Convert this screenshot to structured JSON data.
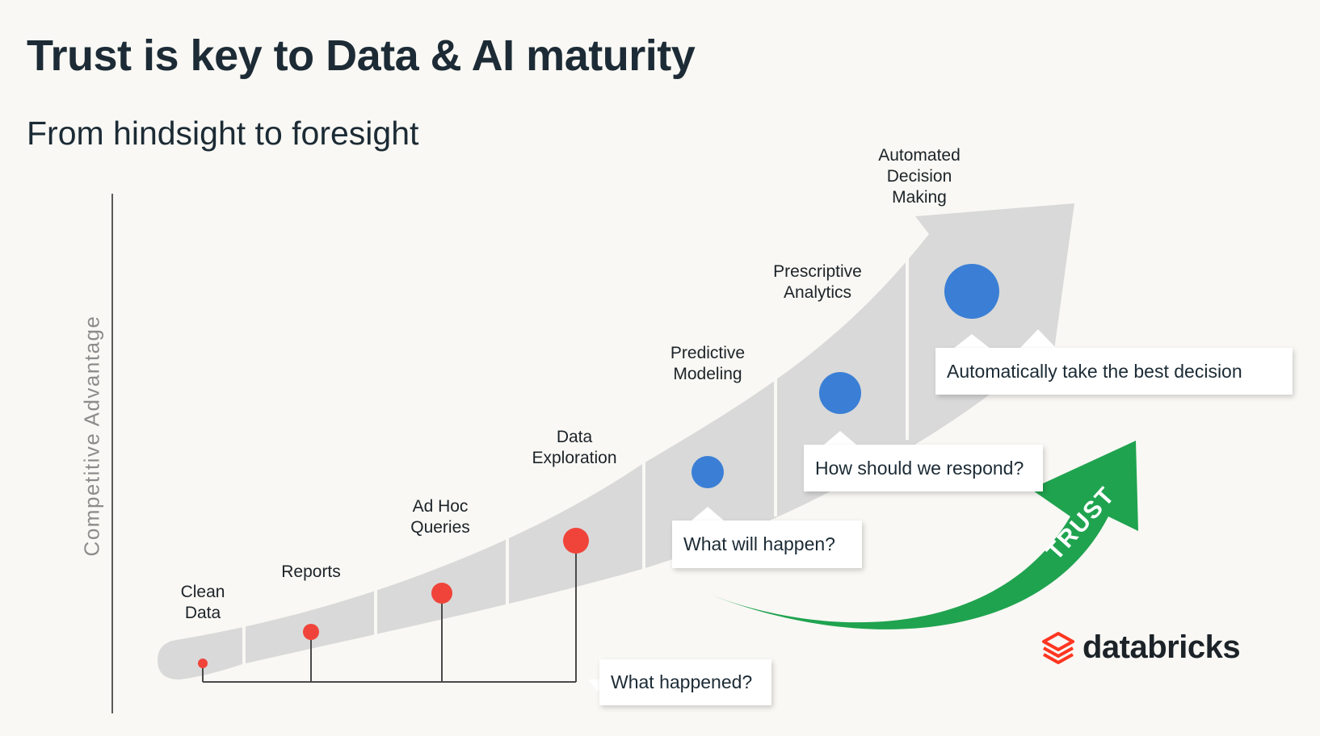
{
  "title": "Trust is key to Data & AI maturity",
  "subtitle": "From hindsight to foresight",
  "y_axis_label": "Competitive Advantage",
  "stages": [
    {
      "label": "Clean\nData",
      "phase": "hindsight"
    },
    {
      "label": "Reports",
      "phase": "hindsight"
    },
    {
      "label": "Ad Hoc\nQueries",
      "phase": "hindsight"
    },
    {
      "label": "Data\nExploration",
      "phase": "hindsight"
    },
    {
      "label": "Predictive\nModeling",
      "phase": "foresight"
    },
    {
      "label": "Prescriptive\nAnalytics",
      "phase": "foresight"
    },
    {
      "label": "Automated\nDecision\nMaking",
      "phase": "foresight"
    }
  ],
  "callouts": {
    "what_happened": "What happened?",
    "what_will_happen": "What will happen?",
    "how_respond": "How should we respond?",
    "auto_decision": "Automatically take the best decision"
  },
  "trust_arrow_label": "TRUST",
  "brand": {
    "name": "databricks",
    "logo_icon": "databricks-stack-icon"
  },
  "colors": {
    "hindsight_dot": "#f0443a",
    "foresight_dot": "#3a7fd5",
    "trust_arrow": "#1fa34f",
    "brand_red": "#ff3621",
    "ribbon": "#d9d9d9",
    "connector": "#4a4a4a"
  }
}
